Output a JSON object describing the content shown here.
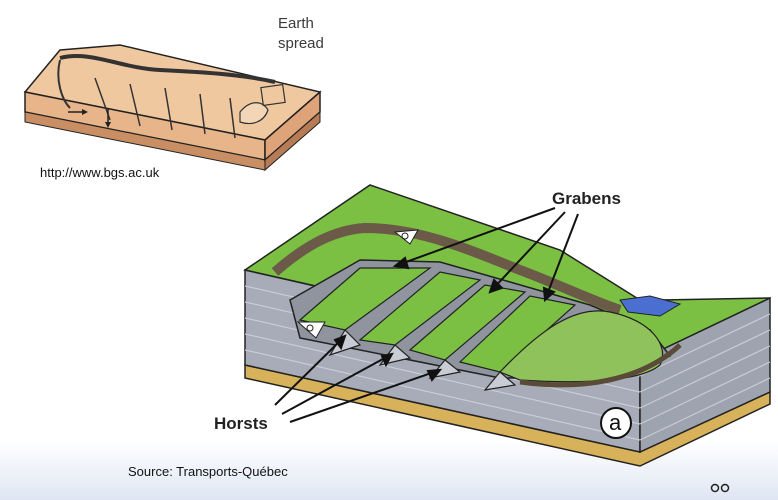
{
  "top_figure": {
    "title": "Earth\nspread",
    "credit": "http://www.bgs.ac.uk"
  },
  "main_figure": {
    "label_grabens": "Grabens",
    "label_horsts": "Horsts",
    "panel_letter": "a",
    "credit": "Source: Transports-Québec"
  },
  "colors": {
    "grass": "#7bc043",
    "strata": "#a7acb8",
    "sand": "#d8b25a",
    "water": "#4a6fd1",
    "soil": "#f0c8a0"
  },
  "corner_icon": "slide-nav-icon"
}
